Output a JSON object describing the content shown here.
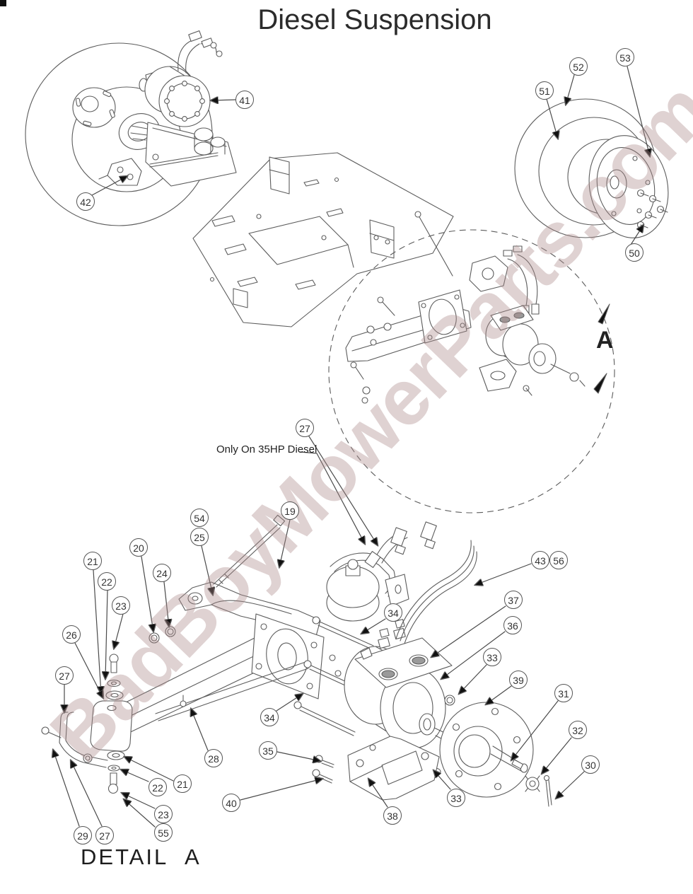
{
  "title": "Diesel Suspension",
  "watermark": "BadBoyMowerParts.com",
  "annotations": {
    "note_35hp": "Only On 35HP Diesel",
    "detail_label": "DETAIL A",
    "view_letter": "A"
  },
  "callouts": [
    {
      "label": "41"
    },
    {
      "label": "42"
    },
    {
      "label": "51"
    },
    {
      "label": "52"
    },
    {
      "label": "53"
    },
    {
      "label": "50"
    },
    {
      "label": "27"
    },
    {
      "label": "19"
    },
    {
      "label": "54"
    },
    {
      "label": "25"
    },
    {
      "label": "20"
    },
    {
      "label": "21"
    },
    {
      "label": "22"
    },
    {
      "label": "24"
    },
    {
      "label": "23"
    },
    {
      "label": "26"
    },
    {
      "label": "27"
    },
    {
      "label": "34"
    },
    {
      "label": "34"
    },
    {
      "label": "28"
    },
    {
      "label": "35"
    },
    {
      "label": "40"
    },
    {
      "label": "38"
    },
    {
      "label": "33"
    },
    {
      "label": "33"
    },
    {
      "label": "36"
    },
    {
      "label": "37"
    },
    {
      "label": "43"
    },
    {
      "label": "56"
    },
    {
      "label": "39"
    },
    {
      "label": "31"
    },
    {
      "label": "32"
    },
    {
      "label": "30"
    },
    {
      "label": "29"
    },
    {
      "label": "27"
    },
    {
      "label": "22"
    },
    {
      "label": "21"
    },
    {
      "label": "23"
    },
    {
      "label": "55"
    }
  ],
  "colors": {
    "line": "#5c5c5c",
    "text": "#2b2b2b",
    "watermark": "rgba(172,138,138,0.38)",
    "callout_border": "#555555",
    "arrow": "#111111"
  }
}
